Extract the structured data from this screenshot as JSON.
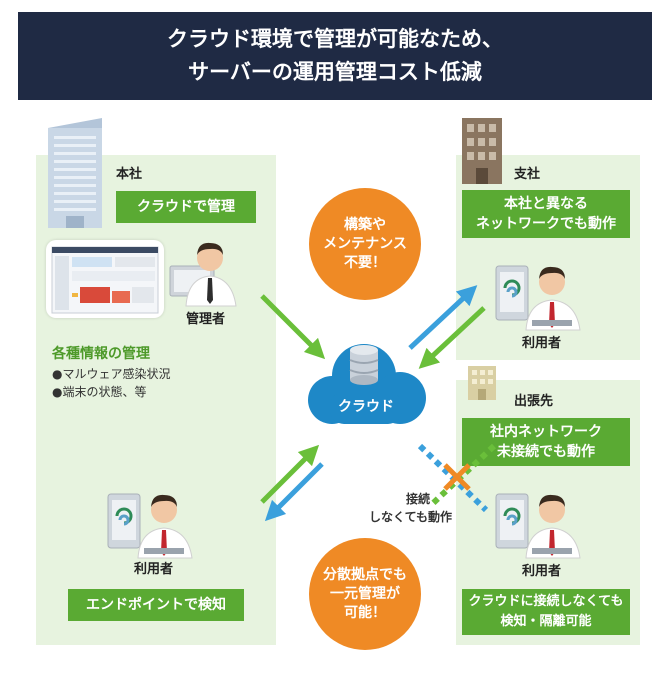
{
  "header": {
    "line1": "クラウド環境で管理が可能なため、",
    "line2": "サーバーの運用管理コスト低減"
  },
  "hq": {
    "title": "本社",
    "tag": "クラウドで管理",
    "admin_label": "管理者",
    "info_title": "各種情報の管理",
    "info_items": [
      "●マルウェア感染状況",
      "●端末の状態、等"
    ],
    "user_label": "利用者",
    "endpoint_tag": "エンドポイントで検知"
  },
  "branch": {
    "title": "支社",
    "tag_line1": "本社と異なる",
    "tag_line2": "ネットワークでも動作",
    "user_label": "利用者"
  },
  "trip": {
    "title": "出張先",
    "tag_line1": "社内ネットワーク",
    "tag_line2": "未接続でも動作",
    "user_label": "利用者",
    "bottom_line1": "クラウドに接続しなくても",
    "bottom_line2": "検知・隔離可能"
  },
  "cloud": {
    "label": "クラウド"
  },
  "circle_top": {
    "line1": "構築や",
    "line2": "メンテナンス",
    "line3": "不要！"
  },
  "circle_bottom": {
    "line1": "分散拠点でも",
    "line2": "一元管理が",
    "line3": "可能！"
  },
  "offline": {
    "line1": "接続",
    "line2": "しなくても動作"
  },
  "colors": {
    "header_bg": "#1f2a44",
    "panel_bg": "#e7f3df",
    "green": "#5aaa33",
    "orange": "#ef8a25",
    "cloud": "#1e88c7",
    "arrow_green": "#6abf3a",
    "arrow_blue": "#3ba0dc"
  }
}
